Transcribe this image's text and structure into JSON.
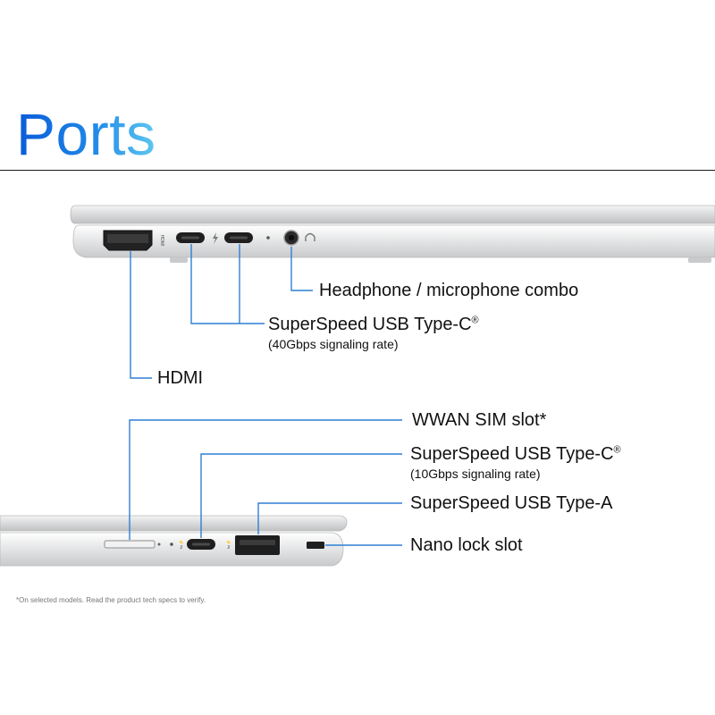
{
  "title": "Ports",
  "colors": {
    "title_start": "#0a5bd8",
    "title_end": "#5ec8f0",
    "callout_line": "#2f7fd6"
  },
  "laptop_left_side": {
    "callouts": [
      {
        "label": "Headphone / microphone combo"
      },
      {
        "label": "SuperSpeed USB Type-C",
        "mark": "®",
        "sublabel": "(40Gbps signaling rate)"
      },
      {
        "label": "HDMI"
      }
    ],
    "port_markings": {
      "hdmi_text": "HDMI"
    }
  },
  "laptop_right_side": {
    "callouts": [
      {
        "label": "WWAN SIM slot*"
      },
      {
        "label": "SuperSpeed USB Type-C",
        "mark": "®",
        "sublabel": "(10Gbps signaling rate)"
      },
      {
        "label": "SuperSpeed USB Type-A"
      },
      {
        "label": "Nano lock slot"
      }
    ]
  },
  "footnote": "*On selected models. Read the product tech specs to verify."
}
